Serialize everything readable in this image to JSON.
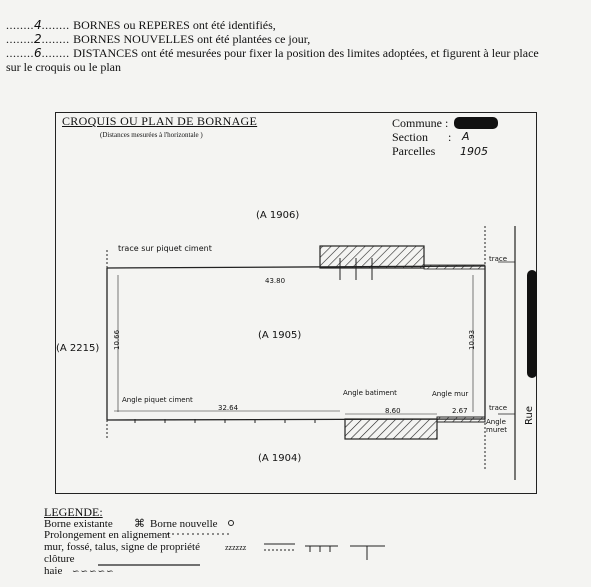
{
  "header": {
    "line1": {
      "count": "4",
      "text": "BORNES ou REPERES ont été identifiés,"
    },
    "line2": {
      "count": "2",
      "text": "BORNES  NOUVELLES ont été plantées ce jour,"
    },
    "line3": {
      "count": "6",
      "text": "DISTANCES ont été mesurées pour fixer la position des limites adoptées, et figurent à leur place"
    },
    "line4": "sur le croquis ou le plan"
  },
  "sketch": {
    "title": "CROQUIS  OU  PLAN DE BORNAGE",
    "subtitle": "(Distances mesurées à l'horizontale )",
    "commune_label": "Commune :",
    "section_label": "Section",
    "section_value": "A",
    "parcelle_label": "Parcelles",
    "parcelle_value": "1905",
    "parcel_north": "(A  1906)",
    "parcel_center": "(A  1905)",
    "parcel_west": "(A 2215)",
    "parcel_south": "(A  1904)",
    "top_note": "trace sur piquet ciment",
    "dim_top": "43.80",
    "dim_left": "10.66",
    "dim_right": "10.93",
    "dim_bottom_left": "32.64",
    "dim_bottom_mid": "8.60",
    "dim_bottom_right": "2.67",
    "angle_piquet": "Angle piquet ciment",
    "angle_batiment": "Angle batiment",
    "angle_mur": "Angle mur",
    "trace_top": "trace",
    "trace_bottom": "trace",
    "angle_muret": "Angle muret",
    "rue": "Rue"
  },
  "legend": {
    "title": "LEGENDE:",
    "borne_existante": "Borne existante",
    "borne_nouvelle": "Borne nouvelle",
    "prolongement": "Prolongement en alignement",
    "mur": "mur, fossé, talus, signe de propriété",
    "cloture": "clôture",
    "haie": "haie"
  }
}
